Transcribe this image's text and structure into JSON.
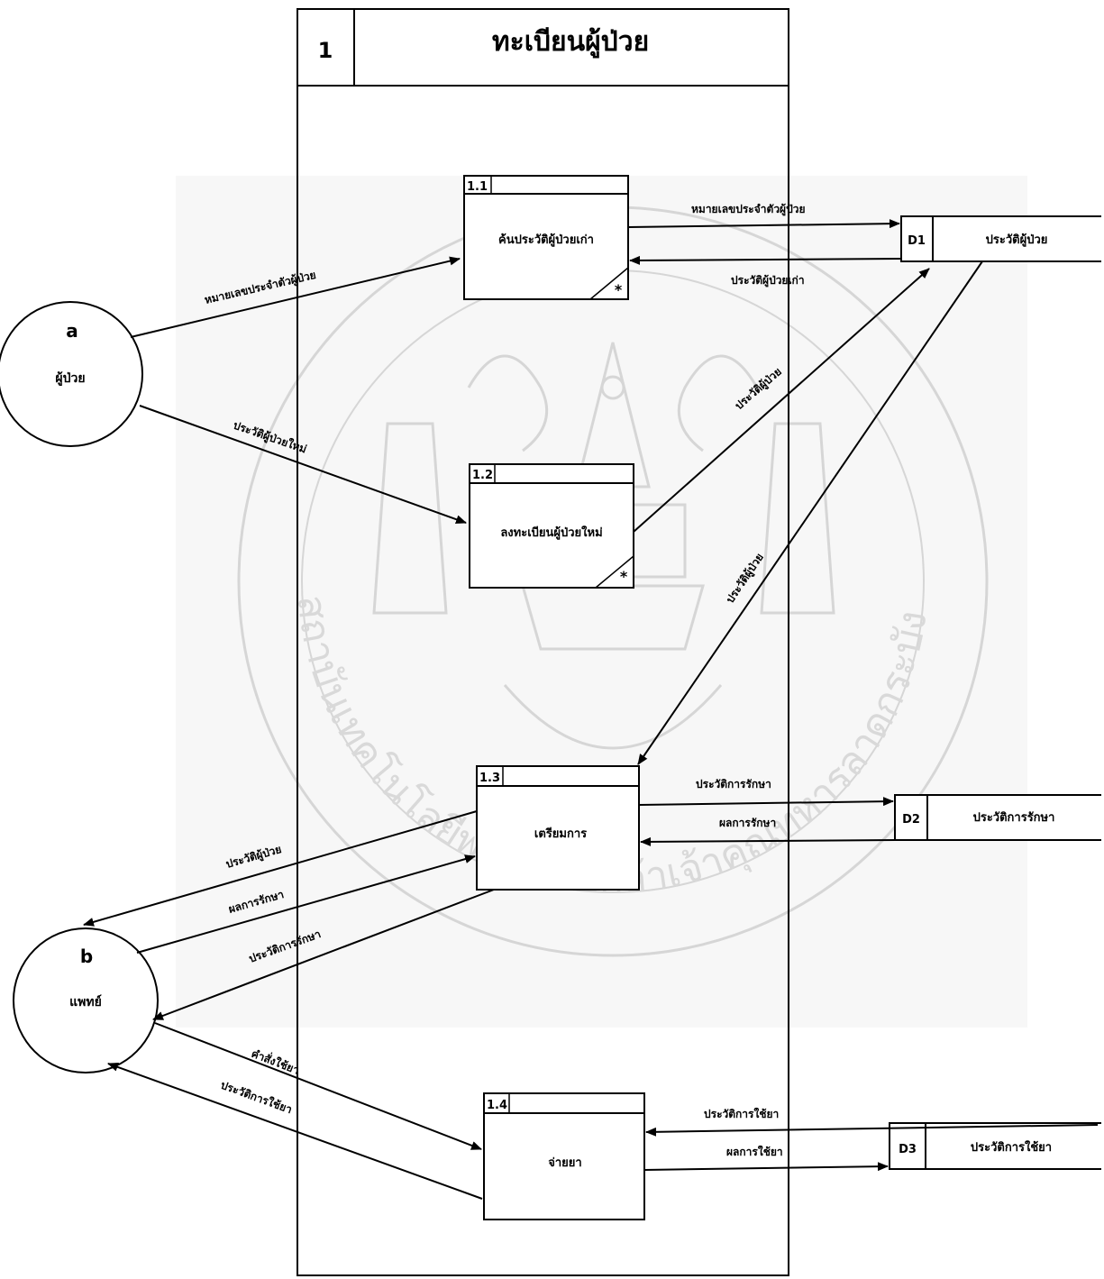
{
  "watermark": {
    "arc_text": "สถาบันเทคโนโลยีพระจอมเกล้าเจ้าคุณทหารลาดกระบัง"
  },
  "main_process": {
    "number": "1",
    "title": "ทะเบียนผู้ป่วย"
  },
  "entities": [
    {
      "id": "a",
      "name": "ผู้ป่วย"
    },
    {
      "id": "b",
      "name": "แพทย์"
    }
  ],
  "subprocesses": [
    {
      "id": "1.1",
      "name": "ค้นประวัติผู้ป่วยเก่า",
      "star": "*"
    },
    {
      "id": "1.2",
      "name": "ลงทะเบียนผู้ป่วยใหม่",
      "star": "*"
    },
    {
      "id": "1.3",
      "name": "เตรียมการ"
    },
    {
      "id": "1.4",
      "name": "จ่ายยา"
    }
  ],
  "datastores": [
    {
      "id": "D1",
      "name": "ประวัติผู้ป่วย"
    },
    {
      "id": "D2",
      "name": "ประวัติการรักษา"
    },
    {
      "id": "D3",
      "name": "ประวัติการใช้ยา"
    }
  ],
  "flows": {
    "f1": "หมายเลขประจำตัวผู้ป่วย",
    "f2": "หมายเลขประจำตัวผู้ป่วย",
    "f3": "ประวัติผู้ป่วยเก่า",
    "f4": "ประวัติผู้ป่วยใหม่",
    "f5": "ประวัติผู้ป่วย",
    "f6": "ประวัติผู้ป่วย",
    "f7": "ประวัติการรักษา",
    "f8": "ผลการรักษา",
    "f9": "ประวัติผู้ป่วย",
    "f10": "ผลการรักษา",
    "f11": "ประวัติการรักษา",
    "f12": "คำสั่งใช้ยา",
    "f13": "ประวัติการใช้ยา",
    "f14": "ประวัติการใช้ยา",
    "f15": "ผลการใช้ยา"
  },
  "colors": {
    "line": "#000000",
    "watermark": "#d6d6d6"
  }
}
